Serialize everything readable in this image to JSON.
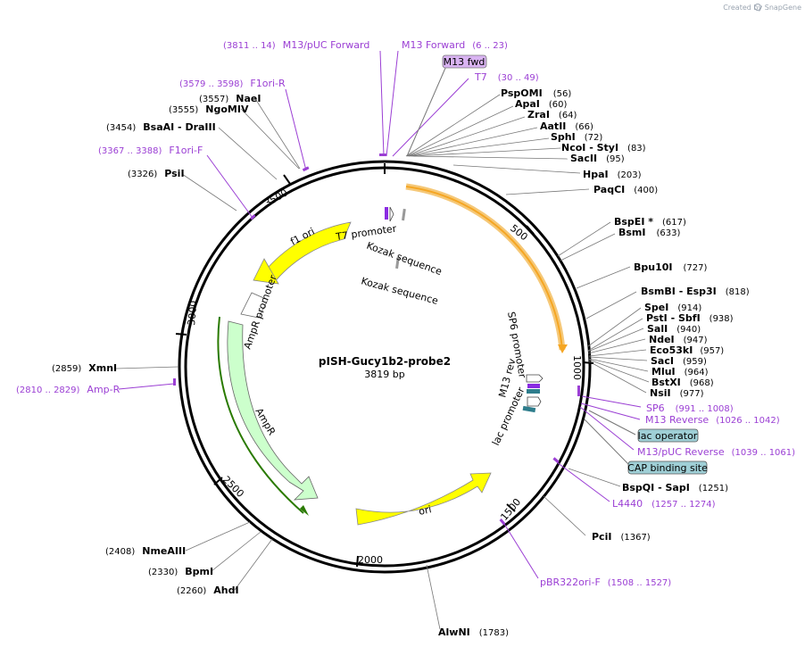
{
  "credit": "Created by SnapGene",
  "map": {
    "name": "pISH-Gucy1b2-probe2",
    "size": "3819 bp",
    "total_bp": 3819
  },
  "ticks": [
    "500",
    "1000",
    "1500",
    "2000",
    "2500",
    "3000",
    "3500"
  ],
  "features": [
    {
      "label": "T7 promoter"
    },
    {
      "label": "Kozak sequence"
    },
    {
      "label": "Kozak sequence"
    },
    {
      "label": "f1 ori"
    },
    {
      "label": "AmpR promoter"
    },
    {
      "label": "AmpR"
    },
    {
      "label": "ori"
    },
    {
      "label": "SP6 promoter"
    },
    {
      "label": "M13 rev"
    },
    {
      "label": "lac promoter"
    }
  ],
  "sites": [
    {
      "name": "PspOMI",
      "pos": "(56)"
    },
    {
      "name": "ApaI",
      "pos": "(60)"
    },
    {
      "name": "ZraI",
      "pos": "(64)"
    },
    {
      "name": "AatII",
      "pos": "(66)"
    },
    {
      "name": "SphI",
      "pos": "(72)"
    },
    {
      "name": "NcoI - StyI",
      "pos": "(83)"
    },
    {
      "name": "SacII",
      "pos": "(95)"
    },
    {
      "name": "HpaI",
      "pos": "(203)"
    },
    {
      "name": "PaqCI",
      "pos": "(400)"
    },
    {
      "name": "BspEI *",
      "pos": "(617)"
    },
    {
      "name": "BsmI",
      "pos": "(633)"
    },
    {
      "name": "Bpu10I",
      "pos": "(727)"
    },
    {
      "name": "BsmBI - Esp3I",
      "pos": "(818)"
    },
    {
      "name": "SpeI",
      "pos": "(914)"
    },
    {
      "name": "PstI - SbfI",
      "pos": "(938)"
    },
    {
      "name": "SalI",
      "pos": "(940)"
    },
    {
      "name": "NdeI",
      "pos": "(947)"
    },
    {
      "name": "Eco53kI",
      "pos": "(957)"
    },
    {
      "name": "SacI",
      "pos": "(959)"
    },
    {
      "name": "MluI",
      "pos": "(964)"
    },
    {
      "name": "BstXI",
      "pos": "(968)"
    },
    {
      "name": "NsiI",
      "pos": "(977)"
    },
    {
      "name": "BspQI - SapI",
      "pos": "(1251)"
    },
    {
      "name": "PciI",
      "pos": "(1367)"
    },
    {
      "name": "AlwNI",
      "pos": "(1783)"
    },
    {
      "name": "AhdI",
      "pos": "(2260)"
    },
    {
      "name": "BpmI",
      "pos": "(2330)"
    },
    {
      "name": "NmeAIII",
      "pos": "(2408)"
    },
    {
      "name": "XmnI",
      "pos": "(2859)"
    },
    {
      "name": "PsiI",
      "pos": "(3326)"
    },
    {
      "name": "BsaAI - DraIII",
      "pos": "(3454)"
    },
    {
      "name": "NgoMIV",
      "pos": "(3555)"
    },
    {
      "name": "NaeI",
      "pos": "(3557)"
    }
  ],
  "primers": [
    {
      "name": "M13/pUC Forward",
      "pos": "(3811 .. 14)"
    },
    {
      "name": "M13 Forward",
      "pos": "(6 .. 23)"
    },
    {
      "name": "T7",
      "pos": "(30 .. 49)"
    },
    {
      "name": "F1ori-R",
      "pos": "(3579 .. 3598)"
    },
    {
      "name": "F1ori-F",
      "pos": "(3367 .. 3388)"
    },
    {
      "name": "Amp-R",
      "pos": "(2810 .. 2829)"
    },
    {
      "name": "SP6",
      "pos": "(991 .. 1008)"
    },
    {
      "name": "M13 Reverse",
      "pos": "(1026 .. 1042)"
    },
    {
      "name": "M13/pUC Reverse",
      "pos": "(1039 .. 1061)"
    },
    {
      "name": "L4440",
      "pos": "(1257 .. 1274)"
    },
    {
      "name": "pBR322ori-F",
      "pos": "(1508 .. 1527)"
    }
  ],
  "boxes": [
    {
      "label": "M13 fwd"
    },
    {
      "label": "lac operator"
    },
    {
      "label": "CAP binding site"
    }
  ],
  "colors": {
    "backbone": "#000000",
    "primer": "#9b3fd4",
    "primer_box": "#d9b3f2",
    "feature_yellow": "#ffff00",
    "feature_green": "#ccffcc",
    "feature_orange": "#f5a623",
    "box_teal": "#9fcfd6",
    "credit": "#9aa4b0"
  }
}
